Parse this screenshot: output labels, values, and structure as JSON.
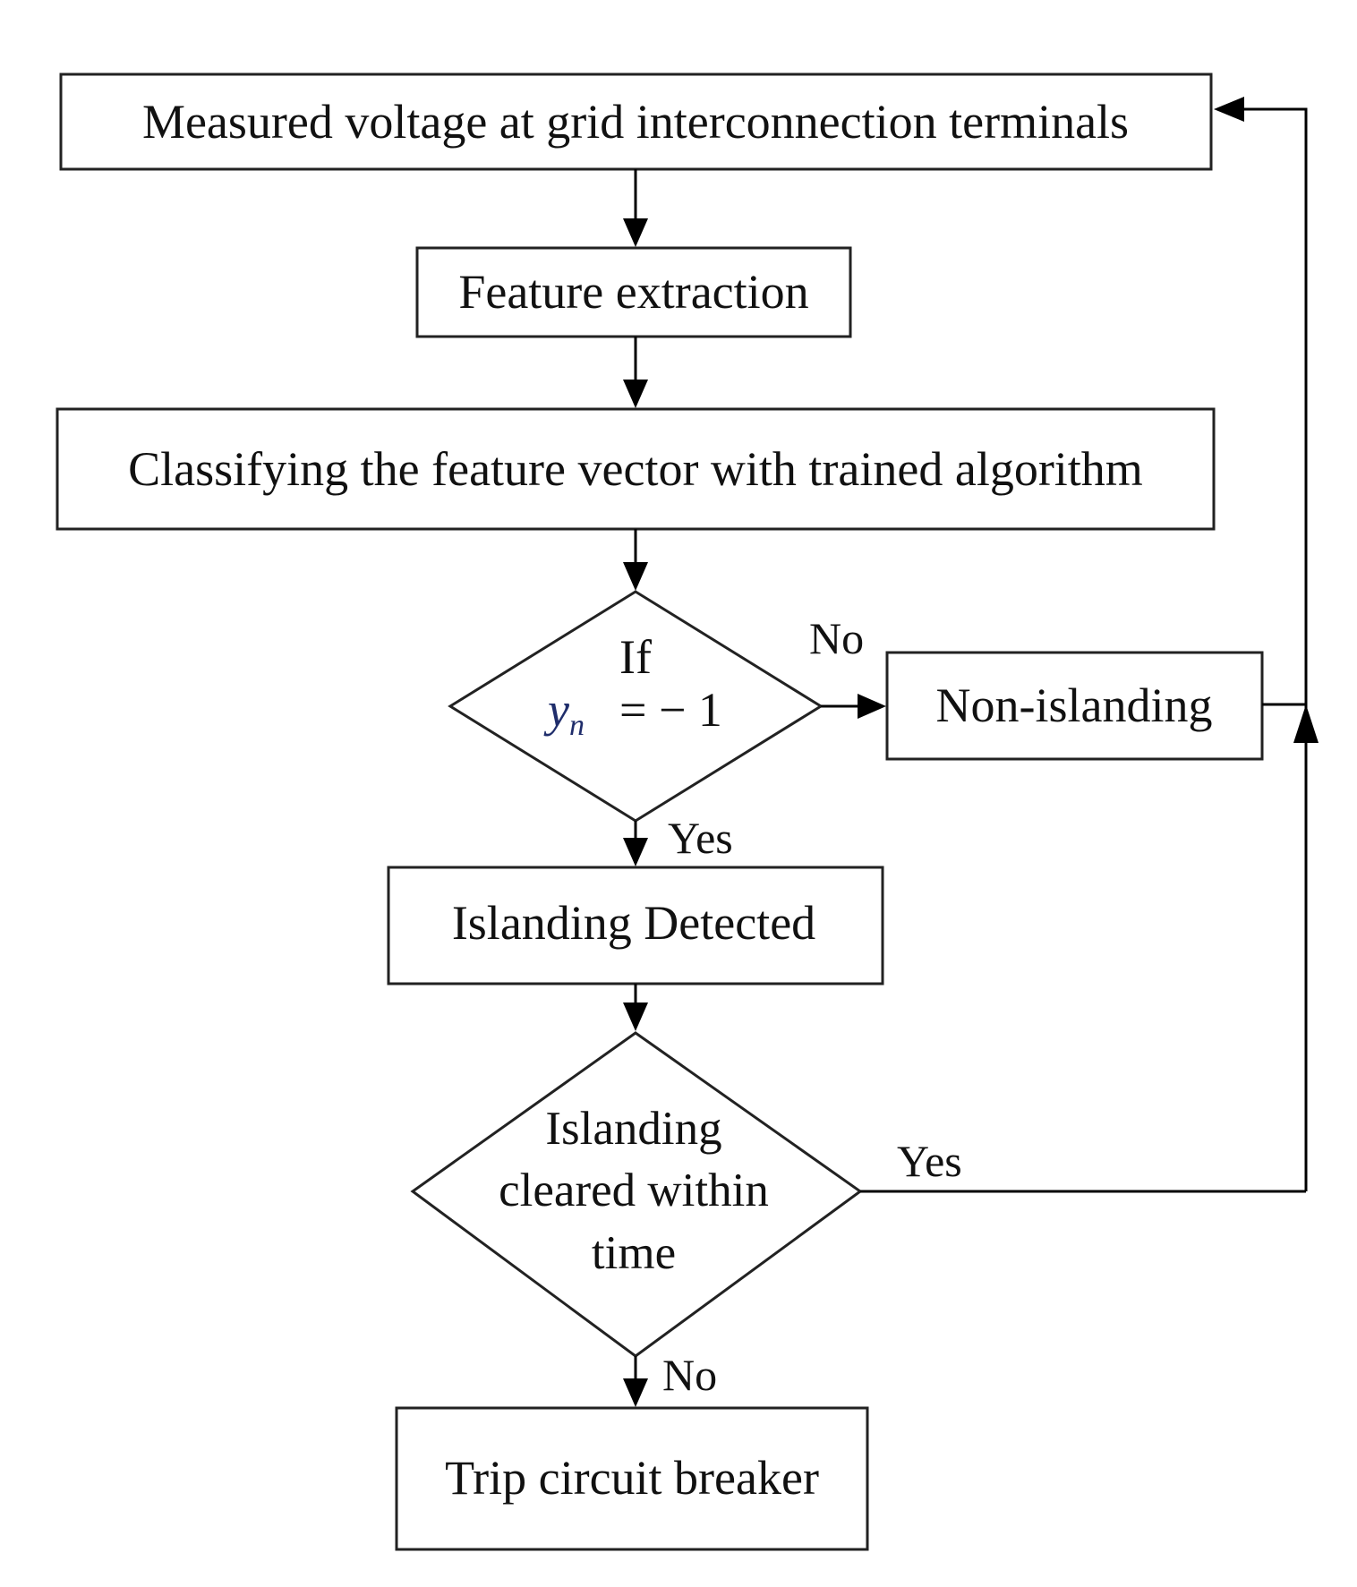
{
  "steps": {
    "measure": "Measured voltage at grid interconnection terminals",
    "feature": "Feature extraction",
    "classify": "Classifying the feature vector with trained algorithm",
    "non_islanding": "Non-islanding",
    "islanding_detected": "Islanding Detected",
    "trip": "Trip circuit breaker"
  },
  "decision1": {
    "line1": "If",
    "var": "y",
    "sub": "n",
    "rhs": "= − 1"
  },
  "decision2": {
    "line1": "Islanding",
    "line2": "cleared within",
    "line3": "time"
  },
  "edges": {
    "d1_no": "No",
    "d1_yes": "Yes",
    "d2_yes": "Yes",
    "d2_no": "No"
  }
}
